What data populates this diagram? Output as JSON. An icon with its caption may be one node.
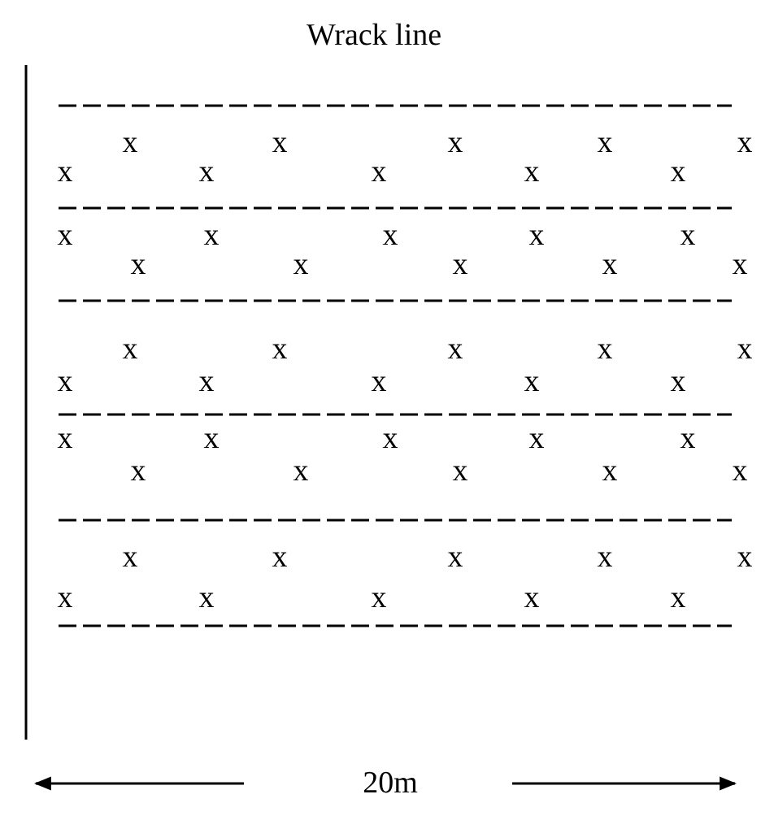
{
  "diagram": {
    "labels": [
      "Wrack line",
      "x",
      "x",
      "x",
      "x",
      "x",
      "x",
      "x",
      "x",
      "x",
      "x",
      "x",
      "x",
      "x",
      "x",
      "x",
      "x",
      "x",
      "x",
      "x",
      "x",
      "x",
      "x",
      "x",
      "x",
      "x",
      "x",
      "x",
      "x",
      "x",
      "x",
      "x",
      "x",
      "x",
      "x",
      "x",
      "x",
      "x",
      "x",
      "x",
      "x",
      "x",
      "x",
      "x",
      "x",
      "x",
      "x",
      "x",
      "x",
      "x",
      "x",
      "20m"
    ]
  }
}
